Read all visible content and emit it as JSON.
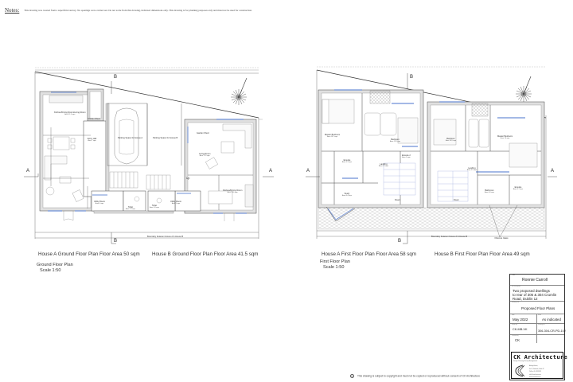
{
  "notes": {
    "title": "Notes:",
    "text": "This drawing was created from a superficial survey.  No openings were carried out. Do not scale from this drawing, indicated dimensions only. This drawing is for planning purposes only and must not be used for construction."
  },
  "section_markers": {
    "A": "A",
    "B": "B"
  },
  "ground_floor": {
    "caption_house_a": "House A Ground Floor Plan Floor Area 50 sqm",
    "caption_house_b": "House B Ground Floor Plan Floor Area 41.5 sqm",
    "plan_title": "Ground Floor Plan",
    "scale": "Scale 1:50",
    "boundary_label": "Boundary between House A & House B",
    "stair_label": "Up",
    "rooms": [
      {
        "name": "Kitchen/Dining Room/Living Room",
        "area": "Area 21.3 sqm"
      },
      {
        "name": "Entry Hall",
        "area": "Area 7 sqm"
      },
      {
        "name": "Parking Space for House A",
        "area": ""
      },
      {
        "name": "Parking Space for House B",
        "area": ""
      },
      {
        "name": "Utility Room",
        "area": "Area 4 sqm"
      },
      {
        "name": "Toilet",
        "area": "Area 2.3 sqm"
      },
      {
        "name": "Toilet",
        "area": "Area 1.8 sqm"
      },
      {
        "name": "Utility Room",
        "area": "Area 3 sqm"
      },
      {
        "name": "Living Room",
        "area": "Area 17.3 sqm"
      },
      {
        "name": "Kitchen/Dining Room",
        "area": "Area 10.6 sqm"
      },
      {
        "name": "Garden Shed",
        "area": ""
      },
      {
        "name": "Garden Shed",
        "area": ""
      }
    ]
  },
  "first_floor": {
    "caption_house_a": "House A First Floor Plan Floor Area 58 sqm",
    "caption_house_b": "House B First Floor Plan Floor Area 49 sqm",
    "plan_title": "First Floor Plan",
    "scale": "Scale 1:50",
    "boundary_label": "Boundary between House A & House B",
    "obscure_glass_label": "Obscure Glass",
    "stair_label": "Down",
    "rooms": [
      {
        "name": "Master Bedroom",
        "area": "Area 18.7 sqm"
      },
      {
        "name": "Bedroom",
        "area": "Area 12.8 sqm"
      },
      {
        "name": "Ensuite",
        "area": "Area 4.3 sqm"
      },
      {
        "name": "Ensuite 2",
        "area": "Area 3 sqm"
      },
      {
        "name": "Landing",
        "area": "Area 6.3 sqm"
      },
      {
        "name": "Study",
        "area": "Area 8.4 sqm"
      },
      {
        "name": "Bedroom",
        "area": "Area 10.9 sqm"
      },
      {
        "name": "Master Bedroom",
        "area": "Area 16 sqm"
      },
      {
        "name": "Landing",
        "area": "Area 4.5 sqm"
      },
      {
        "name": "Bathroom",
        "area": "Area 4.6 sqm"
      },
      {
        "name": "Ensuite",
        "area": "Area 3.7 sqm"
      }
    ]
  },
  "title_block": {
    "client_label": "Client",
    "client": "Ronnie Carroll",
    "description_label": "Job Description",
    "description_lines": [
      "Two proposed dwellings",
      "to rear of 306 & 304 Crumlin",
      "Road, Dublin 12"
    ],
    "drawing_title_label": "Drawing Title",
    "drawing_title": "Proposed Floor Plans",
    "date_label": "Date",
    "date": "May 2022",
    "scale_label": "Scale",
    "scale": "As indicated",
    "drawn_by_label": "Drawn By",
    "drawn_by": "CK-MB-VK",
    "drawing_no_label": "Drawing No.",
    "drawing_no": "306-304-CR-PD-102",
    "checked_label": "Checked By",
    "checked": "CK",
    "company": "CK Architecture",
    "tagline": "Design  Planning  Survey  Management",
    "info_lines": [
      "Ashleigh House,",
      "Unit 7, Newlands, Dublin 22",
      "Tel/Fax: 01-XXXXXXX",
      "info@ckarchitecture.ie",
      "www.ckarchitecture.ie"
    ]
  },
  "copyright": "This drawing is subject to copyright and must not be copied or reproduced without consent of CK Architecture",
  "colors": {
    "wall": "#d6d6d6",
    "line": "#333333",
    "window": "#6e8fd6",
    "hatch": "#bdbdbd"
  }
}
